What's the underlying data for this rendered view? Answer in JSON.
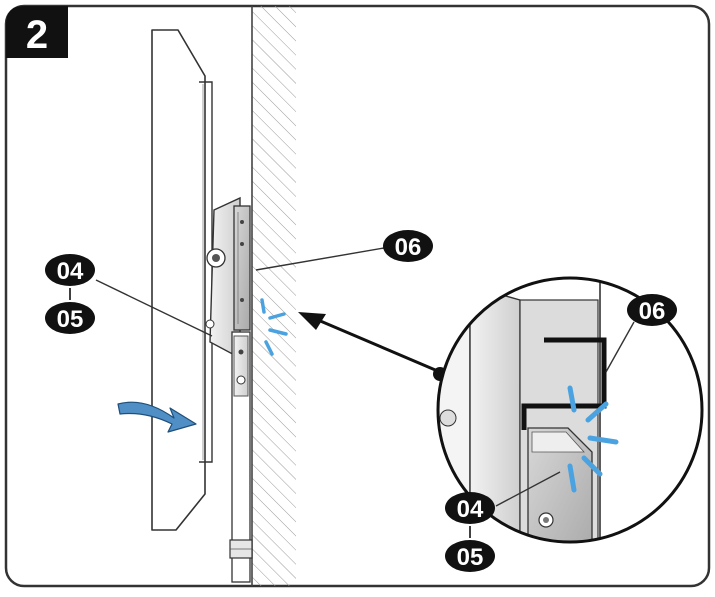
{
  "step": {
    "number": "2"
  },
  "callouts": {
    "bracket_upper": "04",
    "bracket_lower": "05",
    "wall_plate": "06",
    "detail_wall_plate": "06",
    "detail_bracket_upper": "04",
    "detail_bracket_lower": "05"
  },
  "colors": {
    "frame": "#333333",
    "step_badge_bg": "#111111",
    "step_badge_text": "#ffffff",
    "callout_bg": "#111111",
    "callout_text": "#ffffff",
    "arrow_motion": "#4f8fc6",
    "click_marks": "#4aa3e0",
    "wall_hatch": "#9a9a9a",
    "metal_light": "#e4e4e4",
    "metal_dark": "#b8b8b8"
  }
}
